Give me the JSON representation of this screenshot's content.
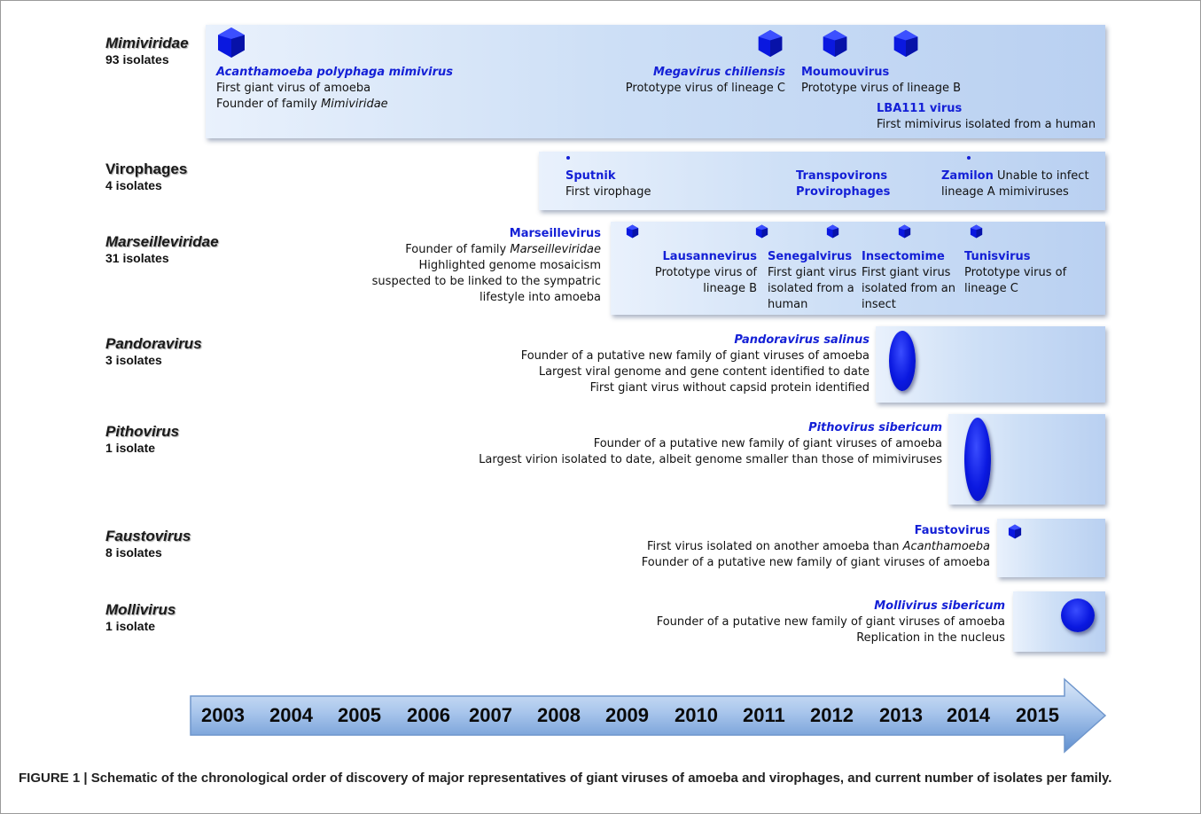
{
  "families": [
    {
      "name": "Mimiviridae",
      "count": "93 isolates",
      "italic": true
    },
    {
      "name": "Virophages",
      "count": "4 isolates",
      "italic": false
    },
    {
      "name": "Marseilleviridae",
      "count": "31 isolates",
      "italic": true
    },
    {
      "name": "Pandoravirus",
      "count": "3 isolates",
      "italic": true
    },
    {
      "name": "Pithovirus",
      "count": "1 isolate",
      "italic": true
    },
    {
      "name": "Faustovirus",
      "count": "8 isolates",
      "italic": true
    },
    {
      "name": "Mollivirus",
      "count": "1 isolate",
      "italic": true
    }
  ],
  "mimiviridae": {
    "apmv": {
      "name": "Acanthamoeba polyphaga mimivirus",
      "line1": "First giant virus of amoeba",
      "line2_prefix": "Founder of family ",
      "line2_italic": "Mimiviridae"
    },
    "megavirus": {
      "name": "Megavirus chiliensis",
      "desc": "Prototype virus of  lineage C"
    },
    "moumouvirus": {
      "name": "Moumouvirus",
      "desc": "Prototype virus of lineage B"
    },
    "lba111": {
      "name": "LBA111 virus",
      "desc": "First mimivirus isolated from a human"
    }
  },
  "virophages": {
    "sputnik": {
      "name": "Sputnik",
      "desc": "First virophage"
    },
    "transpovirons": {
      "name": "Transpovirons"
    },
    "provirophages": {
      "name": "Provirophages"
    },
    "zamilon": {
      "name": "Zamilon",
      "desc1": "Unable to infect",
      "desc2": "lineage A mimiviruses"
    }
  },
  "marseilleviridae": {
    "marseillevirus": {
      "name": "Marseillevirus",
      "line1_prefix": "Founder of  family ",
      "line1_italic": "Marseilleviridae",
      "line2": "Highlighted genome mosaicism",
      "line3": "suspected to be linked to the sympatric",
      "line4": "lifestyle into amoeba"
    },
    "lausannevirus": {
      "name": "Lausannevirus",
      "desc1": "Prototype virus of",
      "desc2": "lineage B"
    },
    "senegalvirus": {
      "name": "Senegalvirus",
      "desc1": "First giant virus",
      "desc2": "isolated from a",
      "desc3": "human"
    },
    "insectomime": {
      "name": "Insectomime",
      "desc1": "First giant virus",
      "desc2": "isolated from an",
      "desc3": "insect"
    },
    "tunisvirus": {
      "name": "Tunisvirus",
      "desc1": "Prototype virus of",
      "desc2": "lineage C"
    }
  },
  "pandoravirus": {
    "name": "Pandoravirus salinus",
    "line1": "Founder of a putative new family of giant viruses of amoeba",
    "line2": "Largest viral genome and gene content identified to date",
    "line3": "First giant virus without capsid protein identified"
  },
  "pithovirus": {
    "name": "Pithovirus sibericum",
    "line1": "Founder of a putative new family of giant viruses of amoeba",
    "line2": "Largest virion isolated to date, albeit genome smaller than those of mimiviruses"
  },
  "faustovirus": {
    "name": "Faustovirus",
    "line1_prefix": "First virus isolated on another amoeba than ",
    "line1_italic": "Acanthamoeba",
    "line2": "Founder of a putative new family of giant viruses of amoeba"
  },
  "mollivirus": {
    "name": "Mollivirus sibericum",
    "line1": "Founder of a putative new family of giant viruses of amoeba",
    "line2": "Replication in the nucleus"
  },
  "timeline": {
    "years": [
      "2003",
      "2004",
      "2005",
      "2006",
      "2007",
      "2008",
      "2009",
      "2010",
      "2011",
      "2012",
      "2013",
      "2014",
      "2015"
    ]
  },
  "caption": {
    "text": "FIGURE 1 | Schematic of the chronological order of discovery of major representatives of giant viruses of amoeba and virophages, and current number of isolates per family."
  },
  "colors": {
    "virus_name": "#1420d6",
    "particle": "#0a18e0",
    "band": "#cddff6",
    "arrow": "#6f9fd8"
  }
}
